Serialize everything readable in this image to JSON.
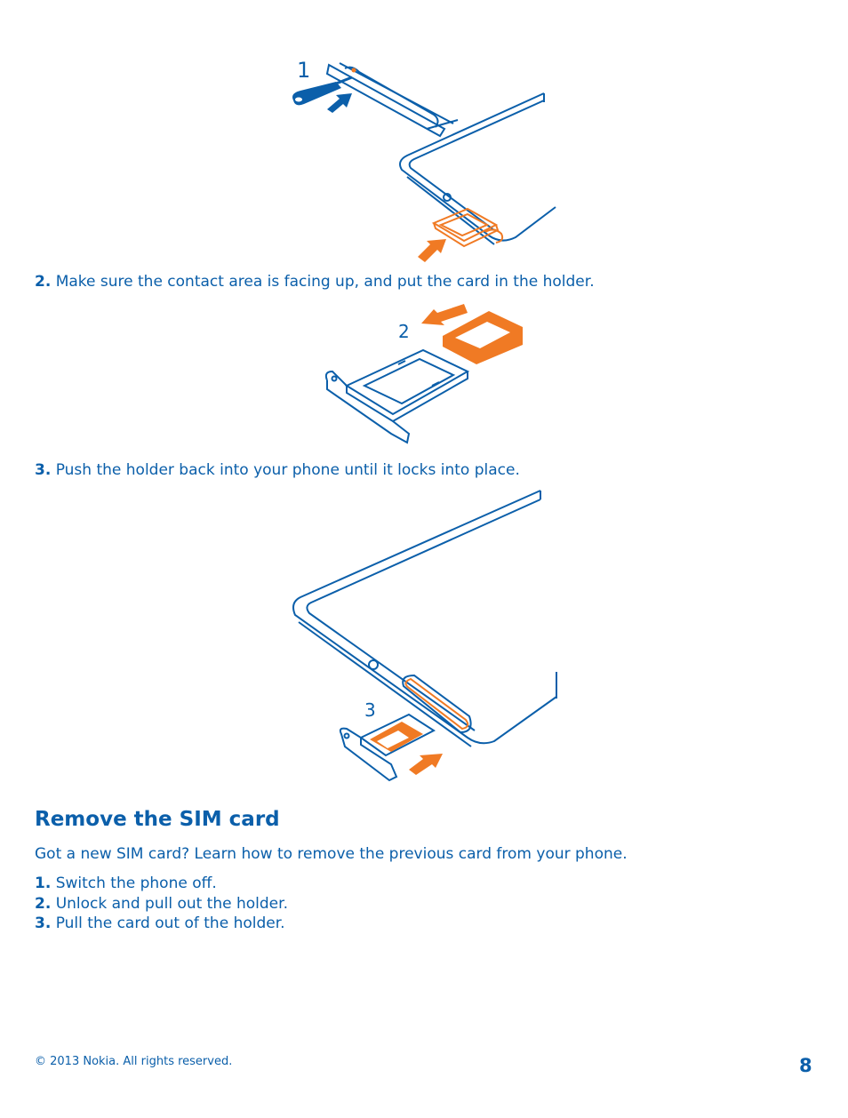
{
  "figures": {
    "fig1_label": "1",
    "fig2_label": "2",
    "fig3_label": "3"
  },
  "steps_insert": [
    {
      "num": "2.",
      "text": "Make sure the contact area is facing up, and put the card in the holder."
    },
    {
      "num": "3.",
      "text": "Push the holder back into your phone until it locks into place."
    }
  ],
  "remove_section": {
    "heading": "Remove the SIM card",
    "intro": "Got a new SIM card? Learn how to remove the previous card from your phone.",
    "steps": [
      {
        "num": "1.",
        "text": "Switch the phone off."
      },
      {
        "num": "2.",
        "text": "Unlock and pull out the holder."
      },
      {
        "num": "3.",
        "text": "Pull the card out of the holder."
      }
    ]
  },
  "footer": {
    "copyright": "© 2013 Nokia. All rights reserved.",
    "page_number": "8"
  },
  "colors": {
    "blue": "#0b5faa",
    "orange": "#f07a24"
  }
}
